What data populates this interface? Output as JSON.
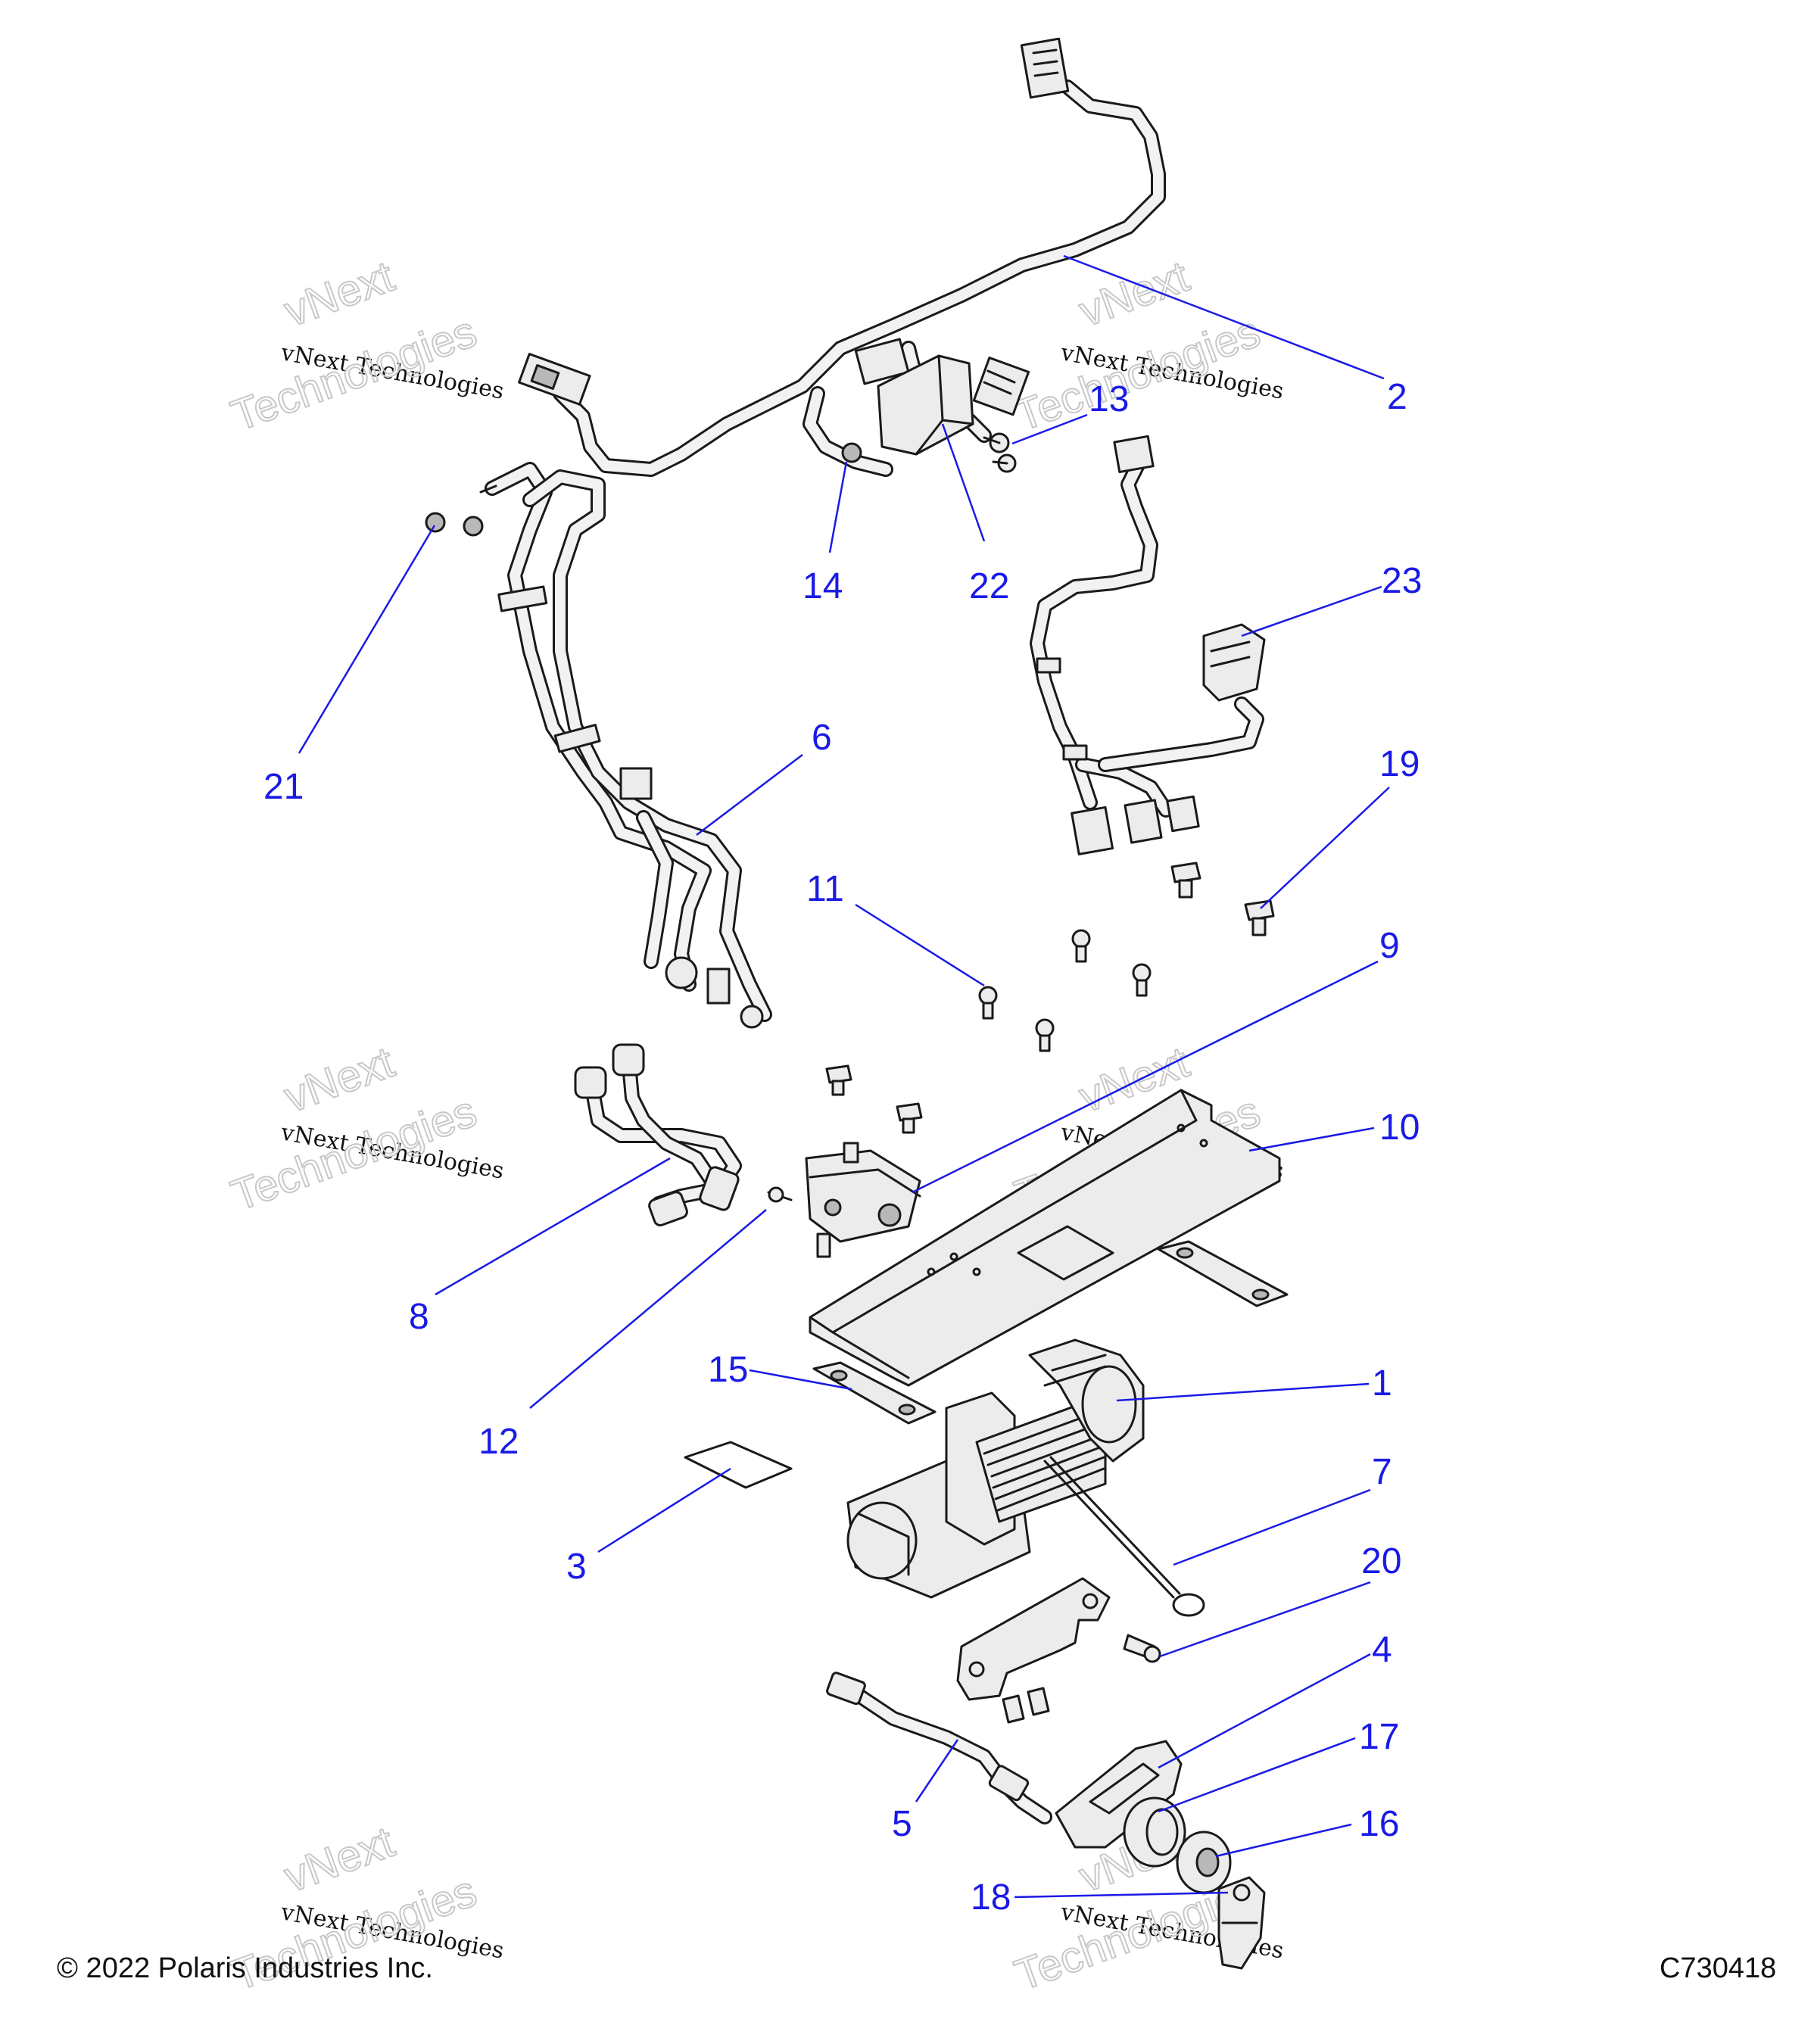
{
  "callouts": [
    "1",
    "2",
    "3",
    "4",
    "5",
    "6",
    "7",
    "8",
    "9",
    "10",
    "11",
    "12",
    "13",
    "14",
    "15",
    "16",
    "17",
    "18",
    "19",
    "20",
    "21",
    "22",
    "23"
  ],
  "watermark": {
    "small": "vNext",
    "line": "vNext Technologies",
    "large": "Technologies"
  },
  "footer": {
    "copyright": "© 2022 Polaris Industries Inc.",
    "code": "C730418"
  },
  "colors": {
    "callout": "#1a1ae6",
    "line_art": "#1a1a1a",
    "watermark": "#c8c8c8"
  }
}
